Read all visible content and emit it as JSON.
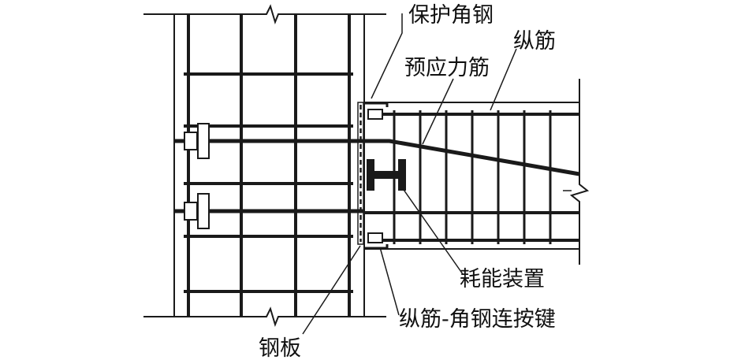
{
  "labels": {
    "protective_angle_steel": "保护角钢",
    "longitudinal_bar": "纵筋",
    "prestressed_tendon": "预应力筋",
    "energy_dissipation_device": "耗能装置",
    "bar_angle_shear_key": "纵筋-角钢连按键",
    "steel_plate": "钢板"
  },
  "colors": {
    "line": "#1a1a1a",
    "background": "#ffffff"
  }
}
